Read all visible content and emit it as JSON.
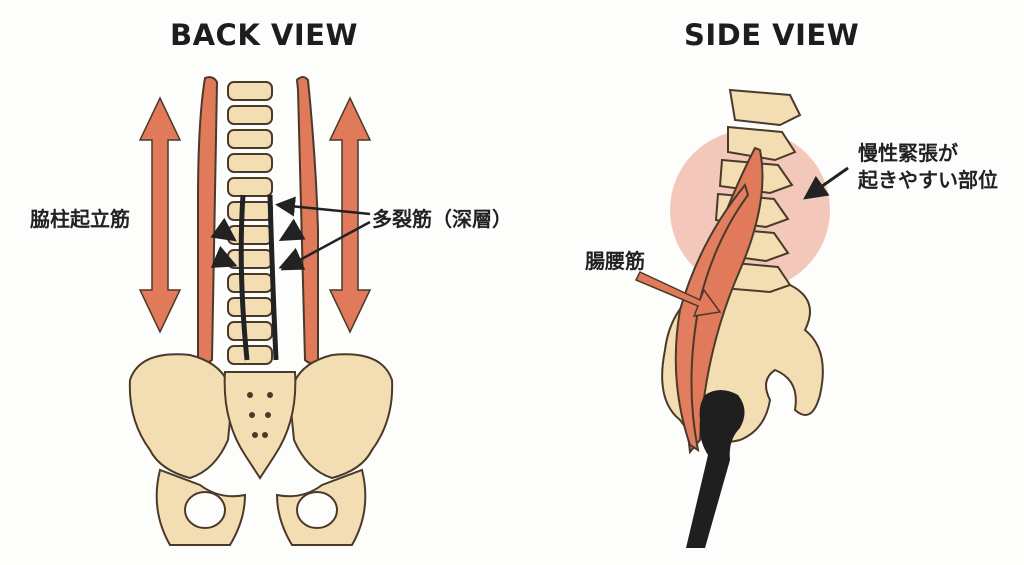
{
  "titles": {
    "back_view": "BACK VIEW",
    "side_view": "SIDE VIEW"
  },
  "labels": {
    "erector_spinae": "脇柱起立筋",
    "multifidus": "多裂筋（深層）",
    "iliopsoas": "腸腰筋",
    "tension_area_line1": "慢性緊張が",
    "tension_area_line2": "起きやすい部位"
  },
  "colors": {
    "bone": "#f3ddb2",
    "bone_outline": "#4a3a2a",
    "muscle": "#e07a5a",
    "arrow": "#e07a5a",
    "tension_zone": "#efb5a5",
    "femur": "#1f1f1f",
    "deep_muscle": "#222222"
  }
}
